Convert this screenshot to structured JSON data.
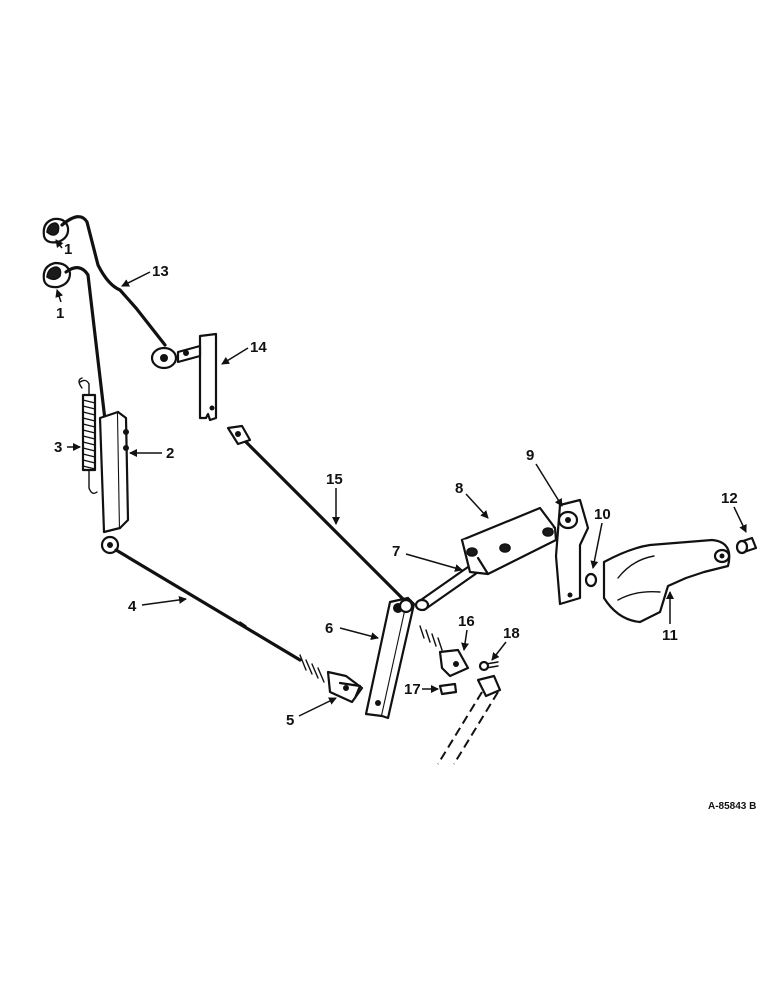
{
  "diagram": {
    "callouts": [
      {
        "id": "1a",
        "label": "1"
      },
      {
        "id": "1b",
        "label": "1"
      },
      {
        "id": "2",
        "label": "2"
      },
      {
        "id": "3",
        "label": "3"
      },
      {
        "id": "4",
        "label": "4"
      },
      {
        "id": "5",
        "label": "5"
      },
      {
        "id": "6",
        "label": "6"
      },
      {
        "id": "7",
        "label": "7"
      },
      {
        "id": "8",
        "label": "8"
      },
      {
        "id": "9",
        "label": "9"
      },
      {
        "id": "10",
        "label": "10"
      },
      {
        "id": "11",
        "label": "11"
      },
      {
        "id": "12",
        "label": "12"
      },
      {
        "id": "13",
        "label": "13"
      },
      {
        "id": "14",
        "label": "14"
      },
      {
        "id": "15",
        "label": "15"
      },
      {
        "id": "16",
        "label": "16"
      },
      {
        "id": "17",
        "label": "17"
      },
      {
        "id": "18",
        "label": "18"
      }
    ],
    "reference_code": "A-85843 B"
  }
}
